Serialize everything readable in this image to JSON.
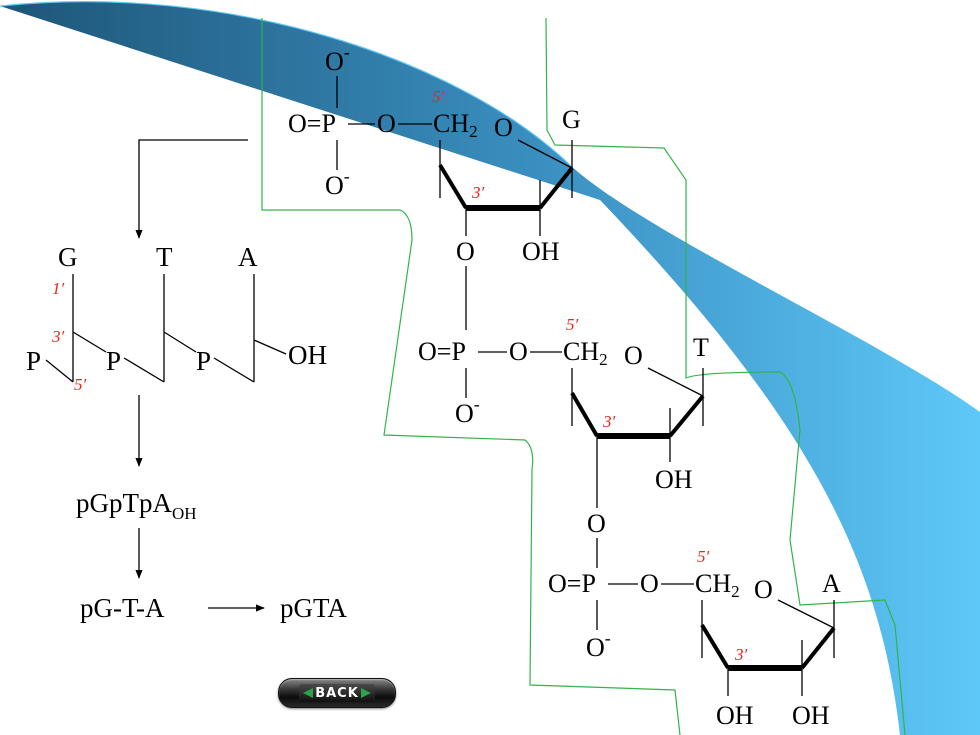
{
  "colors": {
    "background": "#ffffff",
    "bond": "#000000",
    "position_number": "#e8261b",
    "region_outline": "#34b34a",
    "swoosh_light": "#5ec8f8",
    "swoosh_dark": "#1e5578",
    "button_arrow": "#2aa34a"
  },
  "strand": {
    "bases": [
      "G",
      "T",
      "A"
    ],
    "phosphates": [
      "P",
      "P",
      "P"
    ],
    "terminal": "OH",
    "positions": {
      "one": "1′",
      "three": "3′",
      "five": "5′"
    }
  },
  "steps": {
    "notation_main": "pGpTpA",
    "notation_sub": "OH",
    "short_form": "pG-T-A",
    "result": "pGTA"
  },
  "molecule": {
    "nucleotides": [
      {
        "base": "G",
        "phosphate_top": "O-",
        "phosphate_left": "O=P",
        "phosphate_bottom": "O-",
        "bridge_o": "O",
        "ring_o": "O",
        "ch2": "CH",
        "ch2_sub": "2",
        "pos5": "5′",
        "pos3": "3′",
        "linking_o": "O",
        "hydroxyl": "OH"
      },
      {
        "base": "T",
        "phosphate_left": "O=P",
        "phosphate_bottom": "O-",
        "bridge_o": "O",
        "ring_o": "O",
        "ch2": "CH",
        "ch2_sub": "2",
        "pos5": "5′",
        "pos3": "3′",
        "linking_o": "O",
        "hydroxyl": "OH"
      },
      {
        "base": "A",
        "phosphate_left": "O=P",
        "phosphate_bottom": "O-",
        "bridge_o": "O",
        "ring_o": "O",
        "ch2": "CH",
        "ch2_sub": "2",
        "pos5": "5′",
        "pos3": "3′",
        "hydroxyl_3": "OH",
        "hydroxyl_2": "OH"
      }
    ]
  },
  "nav": {
    "back_label": "BACK"
  }
}
